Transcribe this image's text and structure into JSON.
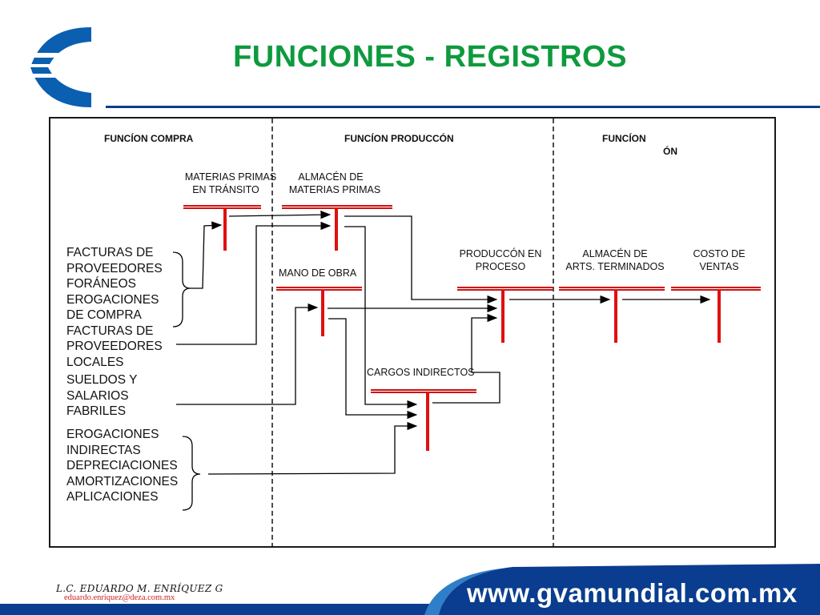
{
  "title": "FUNCIONES - REGISTROS",
  "headers": {
    "compra": "FUNCÍON COMPRA",
    "produccion": "FUNCÍON PRODUCCÓN",
    "funcion3_line1": "FUNCÍON",
    "funcion3_line2": "ÓN"
  },
  "accounts": {
    "materias_transito_1": "MATERIAS PRIMAS",
    "materias_transito_2": "EN TRÁNSITO",
    "almacen_mp_1": "ALMACÉN DE",
    "almacen_mp_2": "MATERIAS PRIMAS",
    "mano_obra": "MANO DE OBRA",
    "produccion_proceso_1": "PRODUCCÓN EN",
    "produccion_proceso_2": "PROCESO",
    "almacen_terminados_1": "ALMACÉN DE",
    "almacen_terminados_2": "ARTS. TERMINADOS",
    "costo_ventas_1": "COSTO DE",
    "costo_ventas_2": "VENTAS",
    "cargos_indirectos": "CARGOS INDIRECTOS"
  },
  "sources": {
    "facturas_foraneos": [
      "FACTURAS DE",
      "PROVEEDORES",
      "FORÁNEOS"
    ],
    "erogaciones_compra": [
      "EROGACIONES",
      "DE COMPRA"
    ],
    "facturas_locales": [
      "FACTURAS DE",
      "PROVEEDORES",
      "LOCALES"
    ],
    "sueldos": [
      "SUELDOS Y",
      "SALARIOS",
      "FABRILES"
    ],
    "indirectas": [
      "EROGACIONES",
      "INDIRECTAS",
      "DEPRECIACIONES",
      "AMORTIZACIONES",
      "APLICACIONES"
    ]
  },
  "footer": {
    "author": "L.C. EDUARDO M. ENRÍQUEZ G",
    "email": "eduardo.enriquez@deza.com.mx",
    "url": "www.gvamundial.com.mx"
  },
  "colors": {
    "title": "#0e9a3e",
    "brand_blue": "#0a3d8f",
    "t_account": "#e01010"
  }
}
